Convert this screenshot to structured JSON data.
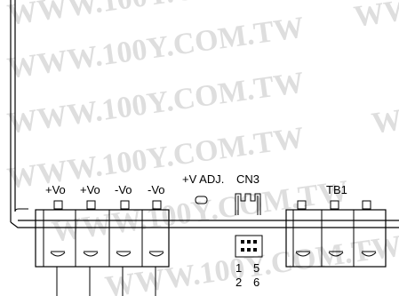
{
  "watermark": "WWW.100Y.COM.TW",
  "labels": {
    "vo_plus_1": "+Vo",
    "vo_plus_2": "+Vo",
    "vo_minus_1": "-Vo",
    "vo_minus_2": "-Vo",
    "v_adj": "+V ADJ.",
    "cn3": "CN3",
    "tb1": "TB1",
    "pin_1": "1",
    "pin_5": "5",
    "pin_2": "2",
    "pin_6": "6"
  }
}
